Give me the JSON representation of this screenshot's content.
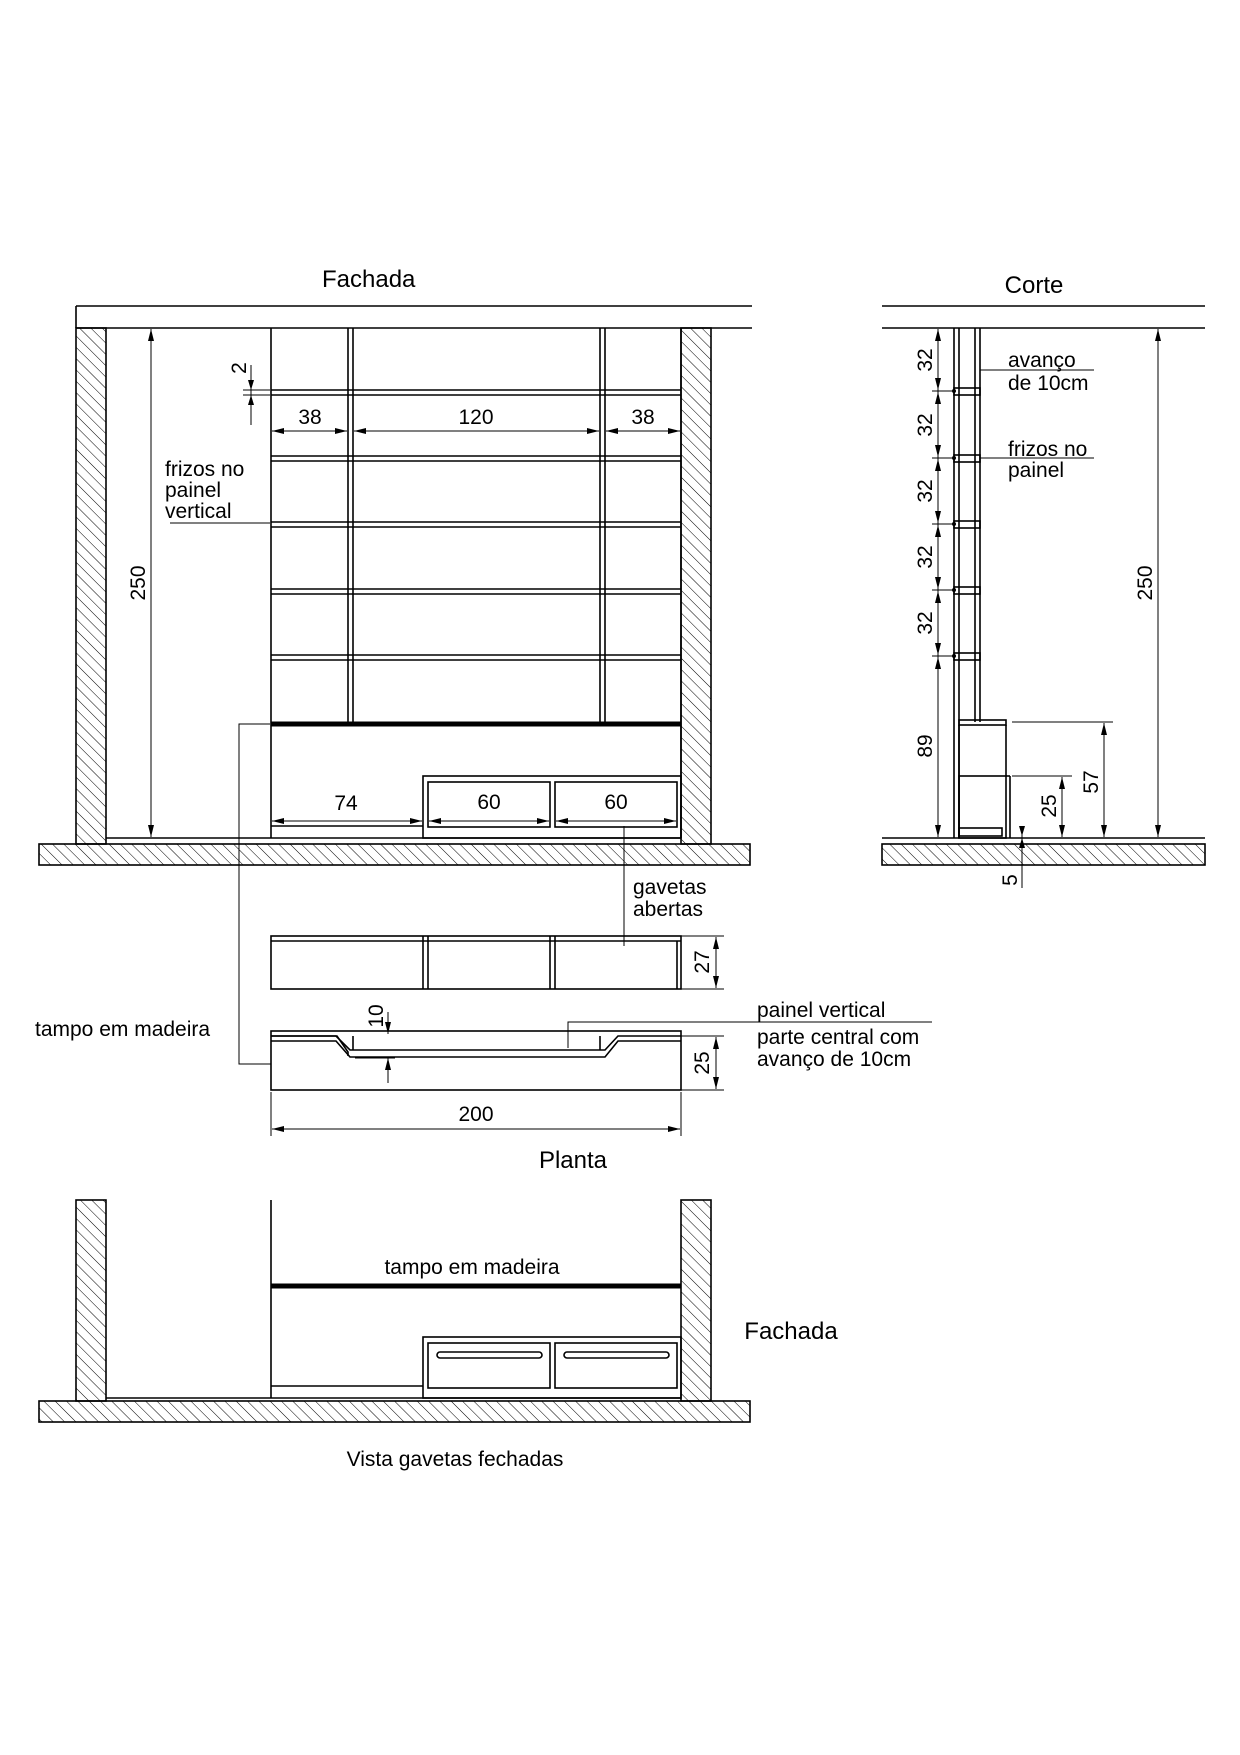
{
  "facade": {
    "title": "Fachada",
    "dims": {
      "frieze_gap": "2",
      "col_left": "38",
      "col_center": "120",
      "col_right": "38",
      "height_total": "250",
      "base_open": "74",
      "drawer_1": "60",
      "drawer_2": "60"
    },
    "labels": {
      "frizos_line1": "frizos no",
      "frizos_line2": "painel",
      "frizos_line3": "vertical",
      "gavetas_line1": "gavetas",
      "gavetas_line2": "abertas",
      "tampo": "tampo em madeira"
    }
  },
  "section": {
    "title": "Corte",
    "dims": {
      "shelf_1": "32",
      "shelf_2": "32",
      "shelf_3": "32",
      "shelf_4": "32",
      "shelf_5": "32",
      "lower": "89",
      "height_total": "250",
      "top_height": "57",
      "drawer_height": "25",
      "plinth": "5"
    },
    "labels": {
      "avanco_line1": "avanço",
      "avanco_line2": "de 10cm",
      "frizos_line1": "frizos no",
      "frizos_line2": "painel"
    }
  },
  "plan": {
    "title": "Planta",
    "dims": {
      "drawer_depth": "27",
      "recess": "10",
      "top_depth": "25",
      "total_width": "200"
    },
    "labels": {
      "painel_line1": "painel vertical",
      "painel_line2": "parte central com",
      "painel_line3": "avanço de 10cm"
    }
  },
  "closed_view": {
    "title": "Fachada",
    "caption": "Vista gavetas fechadas",
    "tampo_label": "tampo em madeira"
  }
}
